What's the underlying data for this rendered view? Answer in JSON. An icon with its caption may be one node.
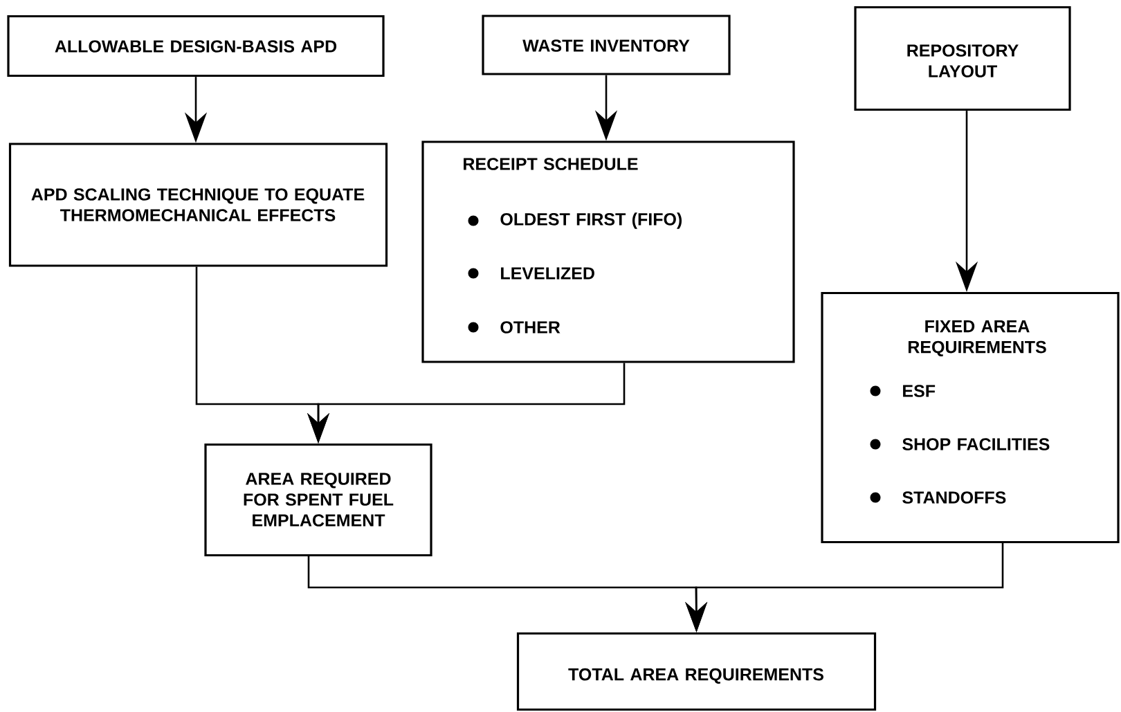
{
  "diagram": {
    "nodes": [
      {
        "text": [
          "ALLOWABLE DESIGN-BASIS APD"
        ]
      },
      {
        "text": [
          "WASTE INVENTORY"
        ]
      },
      {
        "text": [
          "REPOSITORY LAYOUT"
        ]
      },
      {
        "text": [
          "APD SCALING TECHNIQUE TO EQUATE THERMOMECHANICAL EFFECTS"
        ]
      },
      {
        "text": [
          "RECEIPT SCHEDULE",
          "OLDEST FIRST (FIFO)",
          "LEVELIZED",
          "OTHER"
        ]
      },
      {
        "text": [
          "FIXED AREA REQUIREMENTS",
          "ESF",
          "SHOP FACILITIES",
          "STANDOFFS"
        ]
      },
      {
        "text": [
          "AREA REQUIRED FOR SPENT FUEL EMPLACEMENT"
        ]
      },
      {
        "text": [
          "TOTAL AREA REQUIREMENTS"
        ]
      }
    ],
    "edges": [
      {
        "from": 0,
        "to": 3,
        "arrow": "to"
      },
      {
        "from": 1,
        "to": 4,
        "arrow": "to"
      },
      {
        "from": 2,
        "to": 5,
        "arrow": "to"
      },
      {
        "from": 3,
        "to": 6,
        "arrow": "to"
      },
      {
        "from": 4,
        "to": 6,
        "arrow": "to"
      },
      {
        "from": 6,
        "to": 7,
        "arrow": "to"
      },
      {
        "from": 5,
        "to": 7,
        "arrow": "to"
      }
    ]
  }
}
